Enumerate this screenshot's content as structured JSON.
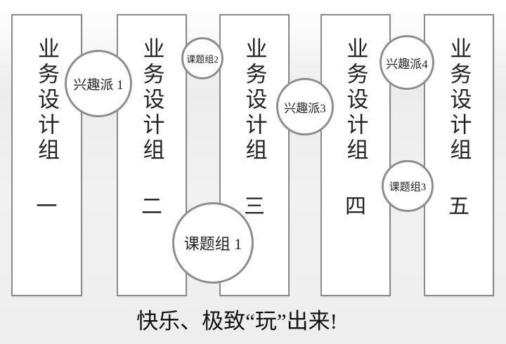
{
  "diagram": {
    "columns": [
      {
        "label": "业务设计组",
        "number": "一"
      },
      {
        "label": "业务设计组",
        "number": "二"
      },
      {
        "label": "业务设计组",
        "number": "三"
      },
      {
        "label": "业务设计组",
        "number": "四"
      },
      {
        "label": "业务设计组",
        "number": "五"
      }
    ],
    "circles": [
      {
        "label": "兴趣派 1"
      },
      {
        "label": "课题组2"
      },
      {
        "label": "兴趣派3"
      },
      {
        "label": "兴趣派4"
      },
      {
        "label": "课题组 1"
      },
      {
        "label": "课题组3"
      }
    ],
    "caption": "快乐、极致“玩”出来!",
    "colors": {
      "shape_border": "#8a8a8a",
      "circle_border": "#8d8d8d",
      "shape_fill": "#ffffff",
      "text": "#222222",
      "background": "#f0f0f0"
    }
  }
}
